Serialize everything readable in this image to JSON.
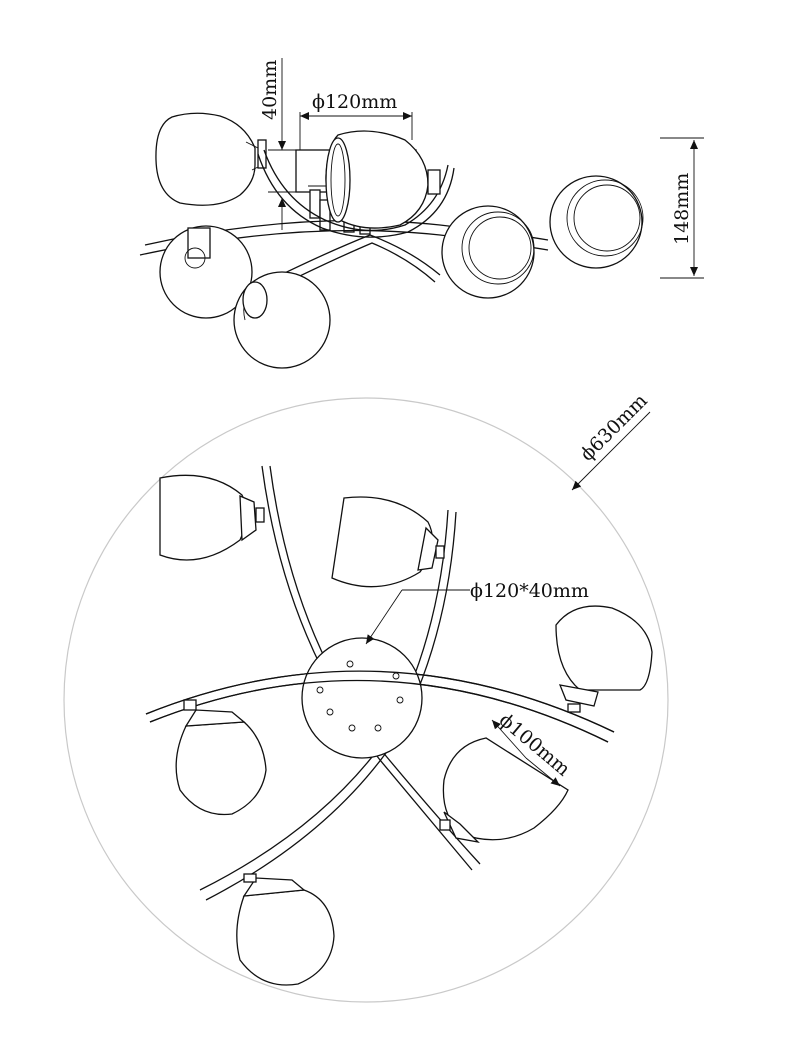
{
  "side_view": {
    "dim_height_small": "40mm",
    "dim_canopy_diameter": "ϕ120mm",
    "dim_total_height": "148mm"
  },
  "top_view": {
    "dim_overall_diameter": "ϕ630mm",
    "dim_canopy": "ϕ120*40mm",
    "dim_shade": "ϕ100mm"
  }
}
